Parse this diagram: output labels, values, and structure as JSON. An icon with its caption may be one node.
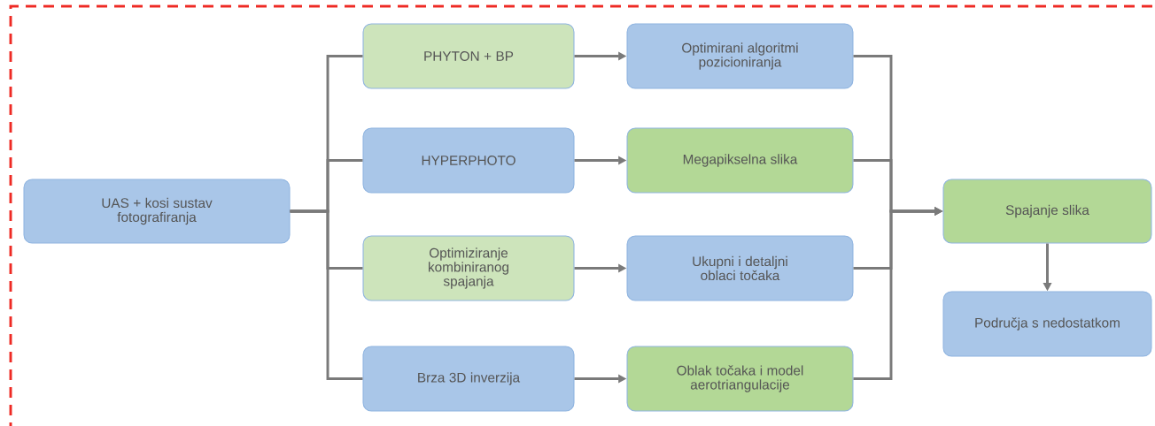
{
  "diagram": {
    "nodes": [
      {
        "text": [
          "UAS + kosi sustav fotografiranja"
        ]
      },
      {
        "text": [
          "PHYTON + BP"
        ]
      },
      {
        "text": [
          "HYPERPHOTO"
        ]
      },
      {
        "text": [
          "Optimiziranje kombiniranog spajanja"
        ]
      },
      {
        "text": [
          "Brza 3D inverzija"
        ]
      },
      {
        "text": [
          "Optimirani algoritmi pozicioniranja"
        ]
      },
      {
        "text": [
          "Megapikselna slika"
        ]
      },
      {
        "text": [
          "Ukupni i detaljni oblaci točaka"
        ]
      },
      {
        "text": [
          "Oblak točaka i model aerotriangulacije"
        ]
      },
      {
        "text": [
          "Spajanje slika"
        ]
      },
      {
        "text": [
          "Područja s nedostatkom"
        ]
      }
    ],
    "edges": [
      {
        "from": 0,
        "to": 1,
        "arrow": "none"
      },
      {
        "from": 0,
        "to": 2,
        "arrow": "none"
      },
      {
        "from": 0,
        "to": 3,
        "arrow": "none"
      },
      {
        "from": 0,
        "to": 4,
        "arrow": "none"
      },
      {
        "from": 1,
        "to": 5,
        "arrow": "to"
      },
      {
        "from": 2,
        "to": 6,
        "arrow": "to"
      },
      {
        "from": 3,
        "to": 7,
        "arrow": "to"
      },
      {
        "from": 4,
        "to": 8,
        "arrow": "to"
      },
      {
        "from": 5,
        "to": 9,
        "arrow": "to"
      },
      {
        "from": 6,
        "to": 9,
        "arrow": "to"
      },
      {
        "from": 7,
        "to": 9,
        "arrow": "to"
      },
      {
        "from": 8,
        "to": 9,
        "arrow": "to"
      },
      {
        "from": 9,
        "to": 10,
        "arrow": "to"
      }
    ]
  }
}
